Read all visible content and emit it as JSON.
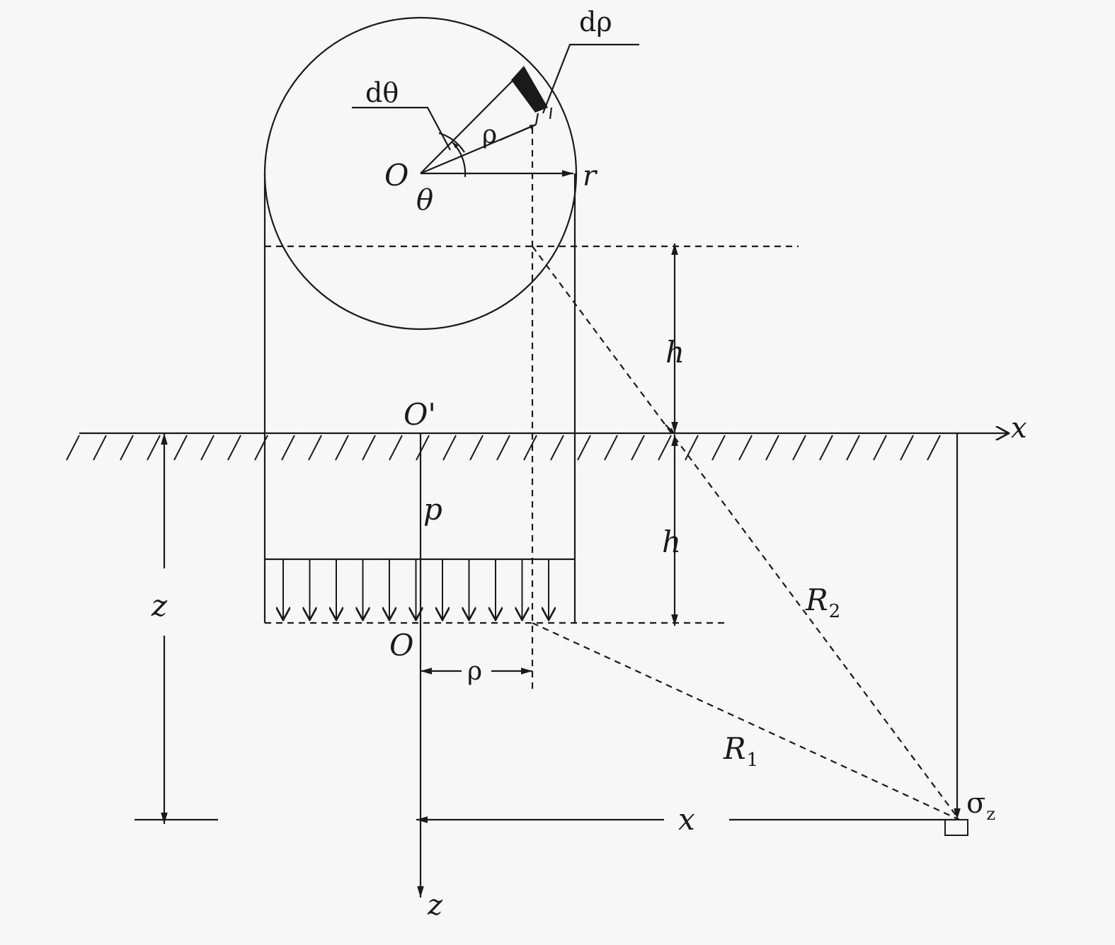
{
  "colors": {
    "ink": "#1a1a1a",
    "background": "#f7f7f7"
  },
  "labels": {
    "d_rho": "dρ",
    "d_theta": "dθ",
    "rho_top": "ρ",
    "origin_top": "O",
    "r": "r",
    "theta": "θ",
    "h_upper": "h",
    "o_prime": "O'",
    "x_axis": "x",
    "p": "p",
    "h_lower": "h",
    "z_depth": "z",
    "origin_bottom": "O",
    "rho_bottom": "ρ",
    "r2_main": "R",
    "r2_sub": "2",
    "r1_main": "R",
    "r1_sub": "1",
    "sigma_main": "σ",
    "sigma_sub": "z",
    "x_distance": "x",
    "z_axis": "z"
  }
}
